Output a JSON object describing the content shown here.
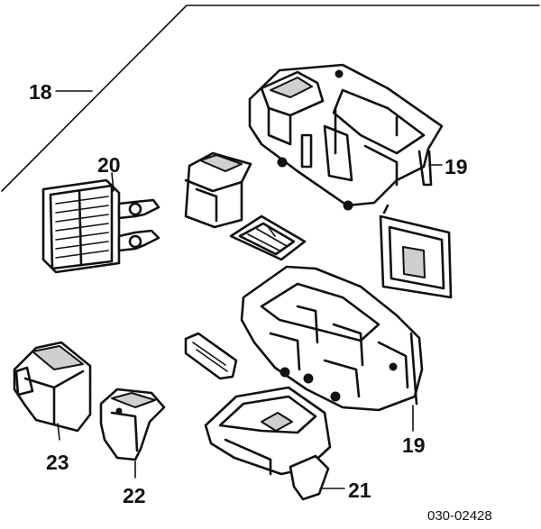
{
  "labels": {
    "assembly": "18",
    "case_upper": "19",
    "case_lower": "19",
    "heater_core": "20",
    "blower_case": "21",
    "duct": "22",
    "motor": "23"
  },
  "diagram_code": "030-02428"
}
